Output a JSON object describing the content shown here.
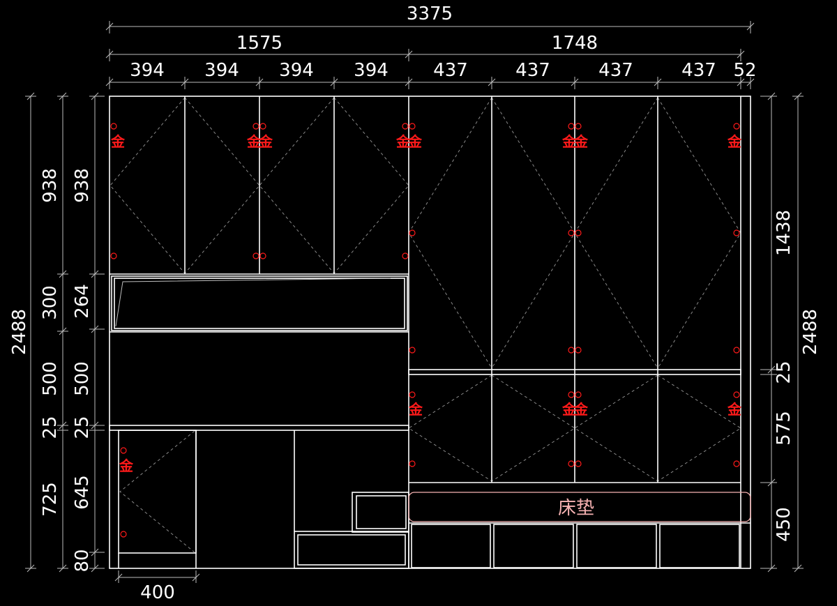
{
  "colors": {
    "background": "#000000",
    "lines": "#ffffff",
    "hardware": "#ff1a1a",
    "mattress": "#f6b2b2"
  },
  "dimensions": {
    "total_width": "3375",
    "left_width": "1575",
    "right_width": "1748",
    "col_a": "394",
    "col_b": "394",
    "col_c": "394",
    "col_d": "394",
    "col_e": "437",
    "col_f": "437",
    "col_g": "437",
    "col_h": "437",
    "col_end": "52",
    "total_height_left": "2488",
    "total_height_right": "2488",
    "left_outer_upper": "938",
    "left_outer_shelf": "300",
    "left_outer_open": "500",
    "left_outer_board": "25",
    "left_outer_lower": "725",
    "left_inner_upper": "938",
    "left_inner_shelf": "264",
    "left_inner_open": "500",
    "left_inner_board": "25",
    "left_inner_lower": "645",
    "left_inner_base": "80",
    "right_upper": "1438",
    "right_board": "25",
    "right_middle": "575",
    "right_bed": "450",
    "bottom_width": "400"
  },
  "labels": {
    "mattress": "床垫",
    "hardware_mark": "金"
  }
}
